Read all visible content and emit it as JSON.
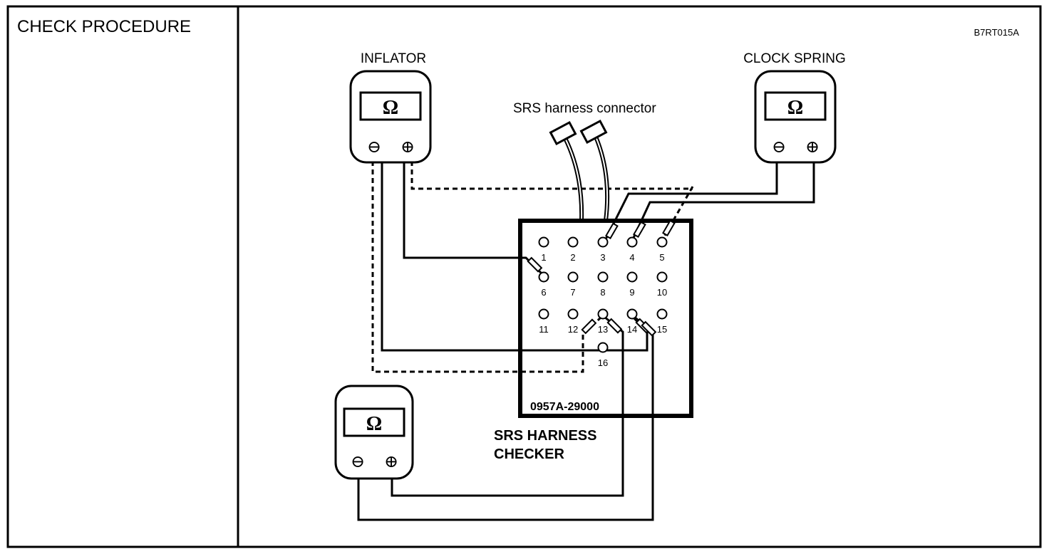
{
  "procedure": {
    "heading": "CHECK PROCEDURE"
  },
  "figure": {
    "code": "B7RT015A",
    "inflator_label": "INFLATOR",
    "clock_spring_label": "CLOCK SPRING",
    "connector_label": "SRS harness connector",
    "checker_part_number": "0957A-29000",
    "checker_name_line1": "SRS HARNESS",
    "checker_name_line2": "CHECKER",
    "ohmmeter": {
      "unit_symbol": "Ω",
      "negative_terminal": "⊖",
      "positive_terminal": "⊕"
    },
    "terminals": [
      "1",
      "2",
      "3",
      "4",
      "5",
      "6",
      "7",
      "8",
      "9",
      "10",
      "11",
      "12",
      "13",
      "14",
      "15",
      "16"
    ]
  }
}
